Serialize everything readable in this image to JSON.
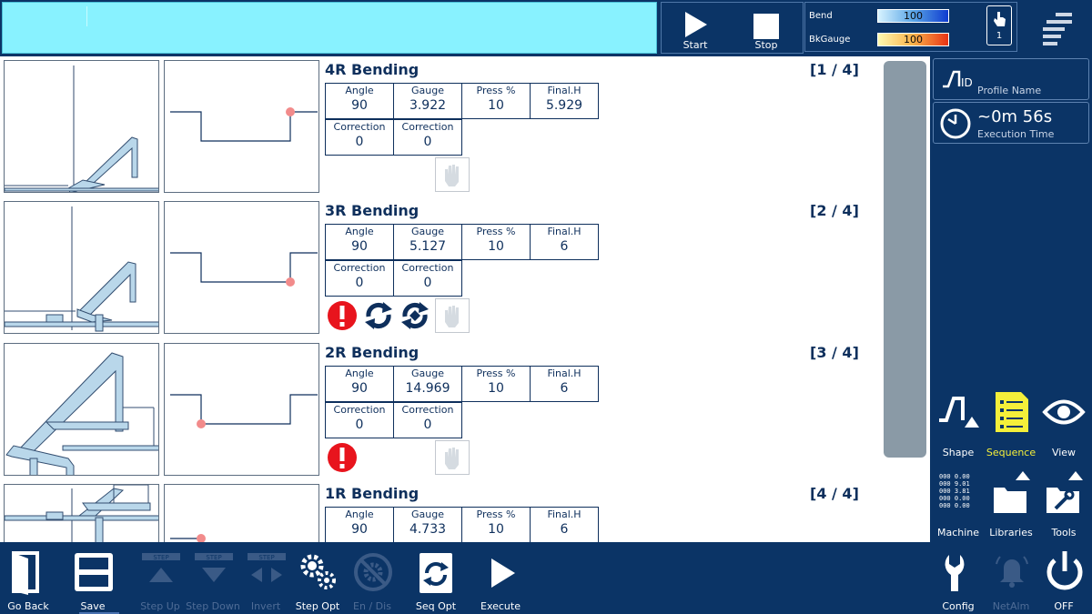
{
  "header": {
    "start_label": "Start",
    "stop_label": "Stop",
    "bend_label": "Bend",
    "bend_value": "100",
    "bkgauge_label": "BkGauge",
    "bkgauge_value": "100",
    "hand_count": "1"
  },
  "table_headers": {
    "angle": "Angle",
    "gauge": "Gauge",
    "press": "Press %",
    "final_h": "Final.H",
    "correction": "Correction"
  },
  "steps": [
    {
      "title": "4R Bending",
      "counter": "[1 / 4]",
      "angle": "90",
      "gauge": "3.922",
      "press": "10",
      "final_h": "5.929",
      "corr1": "0",
      "corr2": "0"
    },
    {
      "title": "3R Bending",
      "counter": "[2 / 4]",
      "angle": "90",
      "gauge": "5.127",
      "press": "10",
      "final_h": "6",
      "corr1": "0",
      "corr2": "0"
    },
    {
      "title": "2R Bending",
      "counter": "[3 / 4]",
      "angle": "90",
      "gauge": "14.969",
      "press": "10",
      "final_h": "6",
      "corr1": "0",
      "corr2": "0"
    },
    {
      "title": "1R Bending",
      "counter": "[4 / 4]",
      "angle": "90",
      "gauge": "4.733",
      "press": "10",
      "final_h": "6"
    }
  ],
  "side": {
    "profile_name_label": "Profile Name",
    "execution_time_value": "~0m 56s",
    "execution_time_label": "Execution Time",
    "shape_label": "Shape",
    "sequence_label": "Sequence",
    "view_label": "View",
    "machine_label": "Machine",
    "libraries_label": "Libraries",
    "tools_label": "Tools",
    "machine_readouts": [
      "000 0.00",
      "000 9.01",
      "000 3.81",
      "000 0.00",
      "000 0.00"
    ]
  },
  "toolbar": {
    "go_back": "Go Back",
    "save": "Save",
    "step_up": "Step Up",
    "step_down": "Step Down",
    "invert": "Invert",
    "step_opt": "Step Opt",
    "en_dis": "En / Dis",
    "seq_opt": "Seq Opt",
    "execute": "Execute",
    "config": "Config",
    "net_alm": "NetAlm",
    "off": "OFF",
    "step_tag": "STEP"
  },
  "colors": {
    "navy": "#0b3466",
    "message_bar": "#88f2ff",
    "accent_yellow": "#f5ef3a",
    "warning_red": "#e8141d",
    "part_blue": "#b9d7ea"
  }
}
